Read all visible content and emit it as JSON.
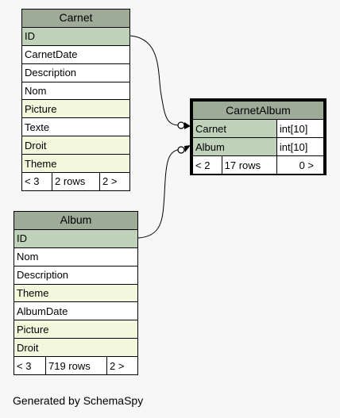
{
  "tables": {
    "carnet": {
      "name": "Carnet",
      "columns": [
        {
          "name": "ID",
          "kind": "pk"
        },
        {
          "name": "CarnetDate",
          "kind": "plain"
        },
        {
          "name": "Description",
          "kind": "plain"
        },
        {
          "name": "Nom",
          "kind": "plain"
        },
        {
          "name": "Picture",
          "kind": "fk"
        },
        {
          "name": "Texte",
          "kind": "plain"
        },
        {
          "name": "Droit",
          "kind": "fk"
        },
        {
          "name": "Theme",
          "kind": "fk"
        }
      ],
      "footer": {
        "parents": "< 3",
        "rows": "2 rows",
        "children": "2 >"
      }
    },
    "carnetalbum": {
      "name": "CarnetAlbum",
      "columns": [
        {
          "name": "Carnet",
          "type": "int[10]",
          "kind": "pk"
        },
        {
          "name": "Album",
          "type": "int[10]",
          "kind": "pk"
        }
      ],
      "footer": {
        "parents": "< 2",
        "rows": "17 rows",
        "children": "0 >"
      }
    },
    "album": {
      "name": "Album",
      "columns": [
        {
          "name": "ID",
          "kind": "pk"
        },
        {
          "name": "Nom",
          "kind": "plain"
        },
        {
          "name": "Description",
          "kind": "plain"
        },
        {
          "name": "Theme",
          "kind": "fk"
        },
        {
          "name": "AlbumDate",
          "kind": "plain"
        },
        {
          "name": "Picture",
          "kind": "fk"
        },
        {
          "name": "Droit",
          "kind": "fk"
        }
      ],
      "footer": {
        "parents": "< 3",
        "rows": "719 rows",
        "children": "2 >"
      }
    }
  },
  "colors": {
    "header": "#9eab98",
    "primary_key": "#bfd2b9",
    "foreign_key": "#f3f7dc",
    "background": "#f7f7f7"
  },
  "footer_text": "Generated by SchemaSpy"
}
